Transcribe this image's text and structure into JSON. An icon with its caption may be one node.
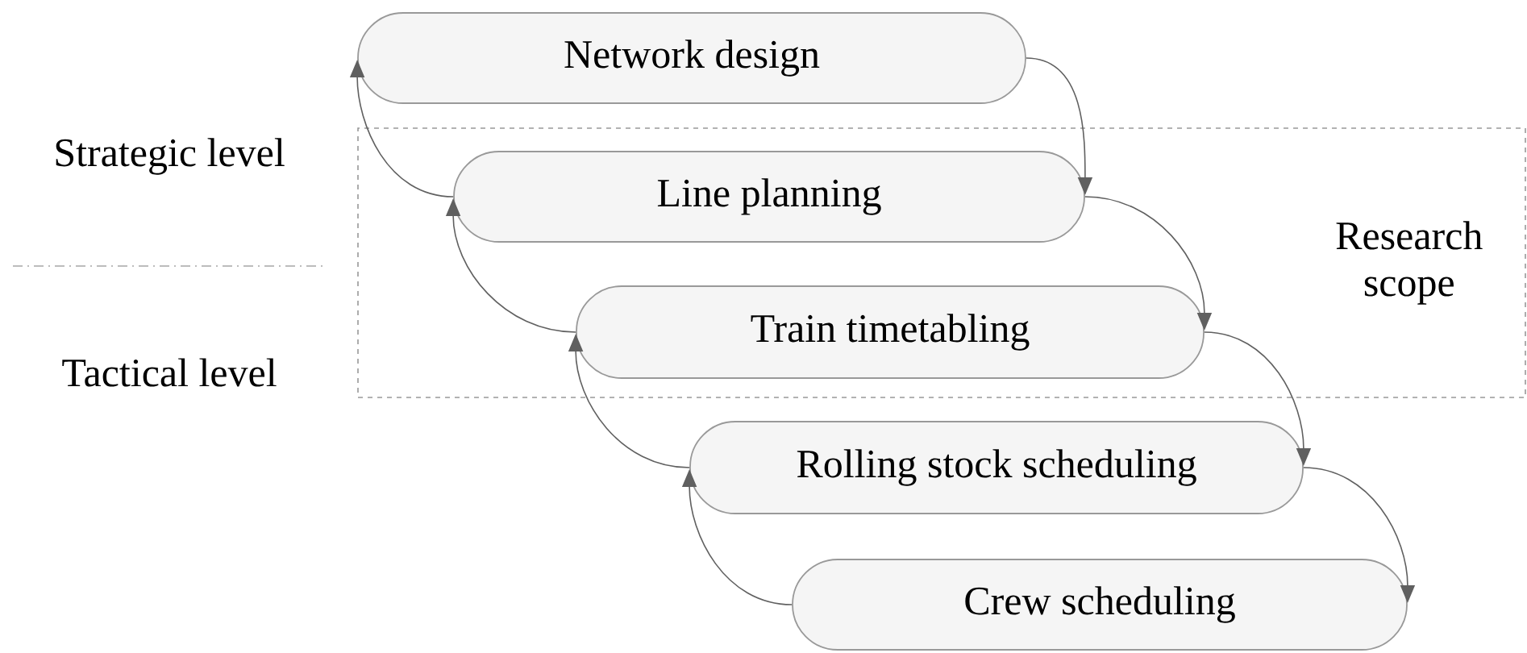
{
  "diagram": {
    "nodes": [
      {
        "text": [
          "Network design"
        ]
      },
      {
        "text": [
          "Research scope"
        ]
      },
      {
        "text": [
          "Line planning"
        ],
        "in": 1
      },
      {
        "text": [
          "Train timetabling"
        ],
        "in": 1
      },
      {
        "text": [
          "Rolling stock scheduling"
        ]
      },
      {
        "text": [
          "Crew scheduling"
        ]
      }
    ],
    "edges": [
      {
        "from": 0,
        "to": 2,
        "arrow": "to"
      },
      {
        "from": 2,
        "to": 3,
        "arrow": "to"
      },
      {
        "from": 3,
        "to": 4,
        "arrow": "to"
      },
      {
        "from": 4,
        "to": 5,
        "arrow": "to"
      },
      {
        "from": 2,
        "to": 0,
        "arrow": "to"
      },
      {
        "from": 3,
        "to": 2,
        "arrow": "to"
      },
      {
        "from": 4,
        "to": 3,
        "arrow": "to"
      },
      {
        "from": 5,
        "to": 4,
        "arrow": "to"
      }
    ],
    "labels": [
      "Strategic level",
      "Tactical level"
    ]
  }
}
